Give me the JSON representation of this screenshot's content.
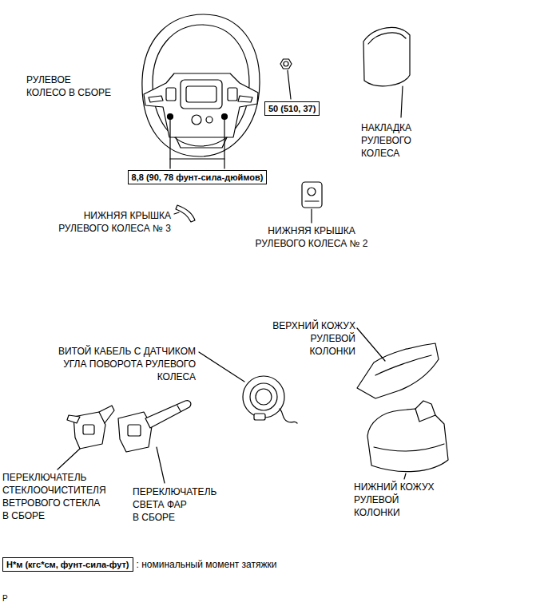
{
  "diagram": {
    "nodes": [
      {
        "text": [
          "50 (510, 37)"
        ]
      },
      {
        "text": [
          "8,8 (90, 78 фунт-сила-дюймов)"
        ]
      },
      {
        "text": [
          "Н*м (кгс*см, фунт-сила-фут)"
        ]
      }
    ],
    "labels": [
      "РУЛЕВОЕ КОЛЕСО В СБОРЕ",
      "НАКЛАДКА РУЛЕВОГО КОЛЕСА",
      "НИЖНЯЯ КРЫШКА РУЛЕВОГО КОЛЕСА № 3",
      "НИЖНЯЯ КРЫШКА РУЛЕВОГО КОЛЕСА № 2",
      "ВЕРХНИЙ КОЖУХ РУЛЕВОЙ КОЛОНКИ",
      "ВИТОЙ КАБЕЛЬ С ДАТЧИКОМ УГЛА ПОВОРОТА РУЛЕВОГО КОЛЕСА",
      "ПЕРЕКЛЮЧАТЕЛЬ СТЕКЛООЧИСТИТЕЛЯ ВЕТРОВОГО СТЕКЛА В СБОРЕ",
      "ПЕРЕКЛЮЧАТЕЛЬ СВЕТА ФАР В СБОРЕ",
      "НИЖНИЙ КОЖУХ РУЛЕВОЙ КОЛОНКИ",
      ": номинальный момент затяжки",
      "P"
    ]
  }
}
